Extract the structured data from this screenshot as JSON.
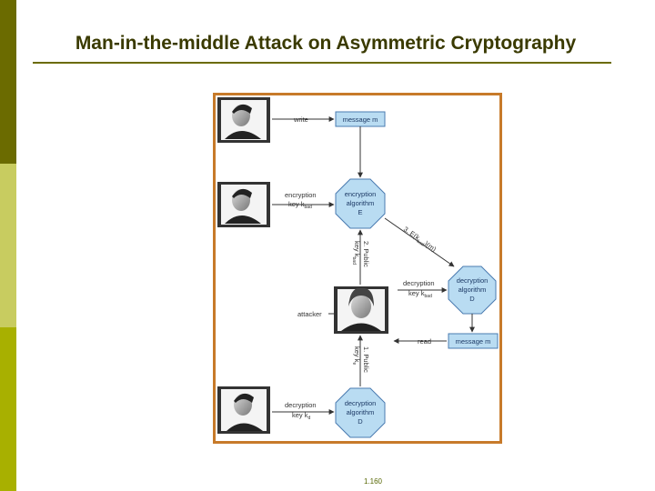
{
  "slide": {
    "title": "Man-in-the-middle Attack on Asymmetric Cryptography",
    "page_number": "1.160"
  },
  "diagram": {
    "write_label": "write",
    "message_top": "message m",
    "encryption_key_label": [
      "encryption",
      "key k"
    ],
    "encryption_key_sub": "bad",
    "encryption_box": [
      "encryption",
      "algorithm",
      "E"
    ],
    "public_key_2": [
      "2. Public",
      "key k"
    ],
    "public_key_2_sub": "bad",
    "ciphertext_label": "3. E(k",
    "ciphertext_sub": "bad",
    "ciphertext_tail": ")(m)",
    "decryption_key_attacker": [
      "decryption",
      "key k"
    ],
    "decryption_key_attacker_sub": "bad",
    "decryption_box_attacker": [
      "decryption",
      "algorithm",
      "D"
    ],
    "attacker_label": "attacker",
    "read_label": "read",
    "message_bottom": "message m",
    "public_key_1": [
      "1. Public",
      "key k"
    ],
    "public_key_1_sub": "e",
    "decryption_key_bottom": [
      "decryption",
      "key k"
    ],
    "decryption_key_bottom_sub": "d",
    "decryption_box_bottom": [
      "decryption",
      "algorithm",
      "D"
    ],
    "colors": {
      "node_fill": "#b9dcf2",
      "node_stroke": "#4a7bb0",
      "border": "#c77a2a"
    }
  }
}
